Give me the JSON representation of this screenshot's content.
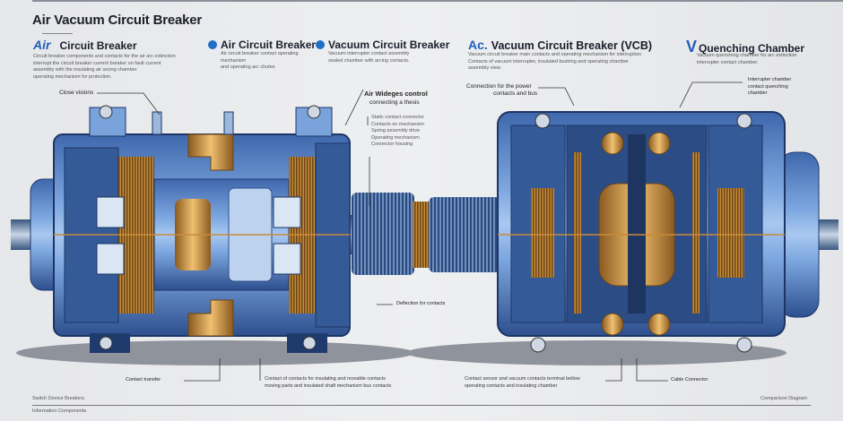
{
  "header": {
    "title": "Air Vacuum Circuit Breaker"
  },
  "sections": [
    {
      "logo": "Air",
      "title": "Circuit Breaker",
      "desc": [
        "Circuit breaker components and contacts for the air arc extinction",
        "interrupt the circuit breaker current breaker on fault current",
        "assembly with the insulating air arcing chamber",
        "operating mechanism for protection."
      ]
    },
    {
      "title": "Air Circuit Breaker",
      "desc": [
        "Air circuit breaker contact operating mechanism",
        "and operating arc chutes"
      ]
    },
    {
      "title": "Vacuum Circuit Breaker",
      "desc": [
        "Vacuum interrupter contact assembly",
        "sealed chamber with arcing contacts."
      ]
    },
    {
      "logo": "Ac.",
      "title": "Vacuum Circuit Breaker (VCB)",
      "desc": [
        "Vacuum circuit breaker main contacts and operating mechanism for interruption",
        "Contacts of vacuum interrupter, insulated bushing and operating chamber",
        "assembly view."
      ]
    },
    {
      "logo": "V",
      "title": "Quenching Chamber",
      "desc": [
        "Vacuum quenching chamber for arc extinction",
        "interrupter contact chamber."
      ]
    }
  ],
  "callouts": {
    "close_view": "Close visions",
    "air_control": "Air Wideges control",
    "air_control_sub": "connecting a thesis",
    "air_list": [
      "Static contact connector",
      "Contacts on mechanism",
      "Spring assembly drive",
      "Operating mechanism",
      "Connector housing"
    ],
    "connection": "Connection for the power",
    "connection_sub": "contacts and bus",
    "quench": [
      "Interrupter chamber",
      "contact quenching",
      "chamber"
    ],
    "mid": "Deflection for contacts",
    "contact_transfer": "Contact transfer",
    "bottom_mid": [
      "Contact of contacts for insulating and movable contacts",
      "moving parts and insulated shaft mechanism bus contacts"
    ],
    "bottom_right": [
      "Contact sensor and vacuum contacts terminal bellow",
      "operating contacts and insulating chamber"
    ],
    "cable_connector": "Cable Connector"
  },
  "footer": {
    "left": "Switch Device Breakers",
    "right": "Comparison Diagram",
    "note": "Information Components"
  },
  "colors": {
    "body": "#4f7fc6",
    "dark": "#1f3f7a",
    "light": "#9cc0ec",
    "brass": "#c48a3a",
    "copper": "#d8a057"
  }
}
